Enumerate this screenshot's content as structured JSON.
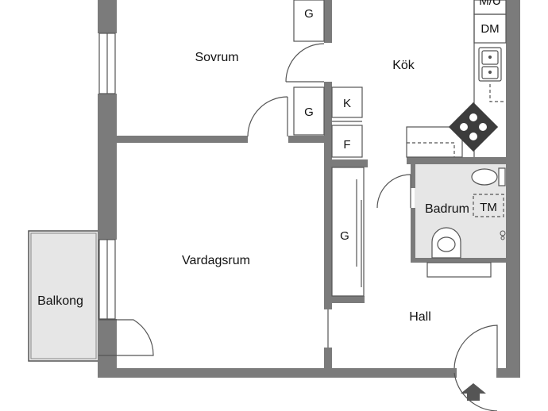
{
  "plan": {
    "colors": {
      "wall": "#7b7b7b",
      "bathroom_floor": "#e6e6e6",
      "balcony_floor": "#e6e6e6",
      "line": "#555555",
      "stove": "#3c3c3c"
    },
    "rooms": {
      "sovrum": "Sovrum",
      "kok": "Kök",
      "vardagsrum": "Vardagsrum",
      "badrum": "Badrum",
      "balkong": "Balkong",
      "hall": "Hall"
    },
    "fixtures": {
      "wardrobe_top": "G",
      "wardrobe_mid": "G",
      "wardrobe_hall": "G",
      "fridge": "K",
      "freezer": "F",
      "dishwasher": "DM",
      "washer_dryer": "M/U",
      "washing_machine": "TM"
    }
  }
}
